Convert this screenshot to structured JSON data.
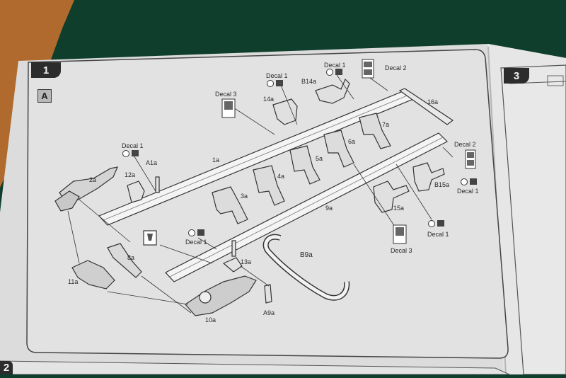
{
  "step": {
    "number": "1"
  },
  "next_step": {
    "number": "3"
  },
  "prev_step": {
    "number": "2"
  },
  "section": {
    "letter": "A"
  },
  "labels": {
    "decal_1": "Decal 1",
    "decal_2": "Decal 2",
    "decal_3": "Decal 3",
    "p1a": "1a",
    "p2a": "2a",
    "p3a": "3a",
    "p4a": "4a",
    "p5a": "5a",
    "p6a": "6a",
    "p7a": "7a",
    "p8a": "8a",
    "p9a": "9a",
    "p10a": "10a",
    "p11a": "11a",
    "p12a": "12a",
    "p13a": "13a",
    "p14a": "14a",
    "p15a": "15a",
    "p16a": "16a",
    "a1a": "A1a",
    "a9a": "A9a",
    "b9a": "B9a",
    "b14a": "B14a",
    "b15a": "B15a"
  },
  "colors": {
    "felt": "#0f3f2c",
    "wood": "#b06a2e",
    "paper": "#dedede",
    "ink": "#2a2a2a"
  },
  "icons": [
    "decal-round-icon",
    "decal-sheet-icon",
    "glue-icon",
    "parts-diagram-icon"
  ]
}
